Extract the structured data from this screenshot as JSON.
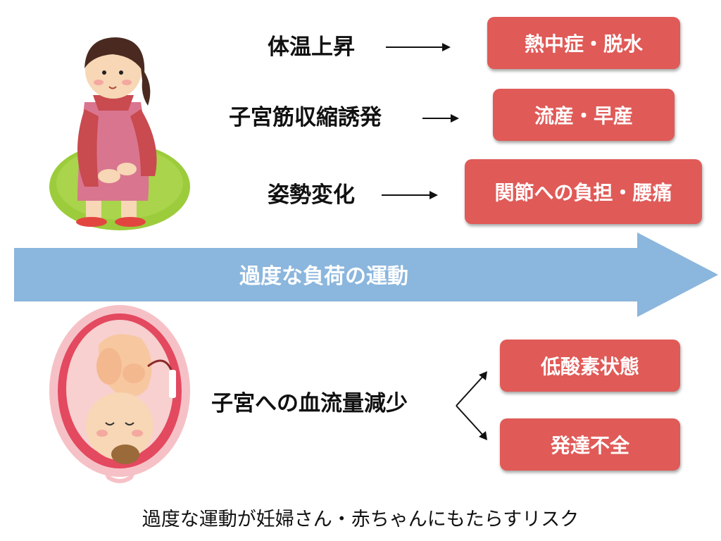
{
  "causes": [
    {
      "label": "体温上昇",
      "effect": "熱中症・脱水"
    },
    {
      "label": "子宮筋収縮誘発",
      "effect": "流産・早産"
    },
    {
      "label": "姿勢変化",
      "effect": "関節への負担・腰痛"
    }
  ],
  "banner": {
    "label": "過度な負荷の運動"
  },
  "fetal": {
    "label": "子宮への血流量減少",
    "effects": [
      "低酸素状態",
      "発達不全"
    ]
  },
  "caption": "過度な運動が妊婦さん・赤ちゃんにもたらすリスク",
  "colors": {
    "effect_box": "#e05a57",
    "banner": "#8bb6dd"
  },
  "illustrations": [
    "pregnant-woman-illustration",
    "fetus-in-womb-illustration"
  ]
}
